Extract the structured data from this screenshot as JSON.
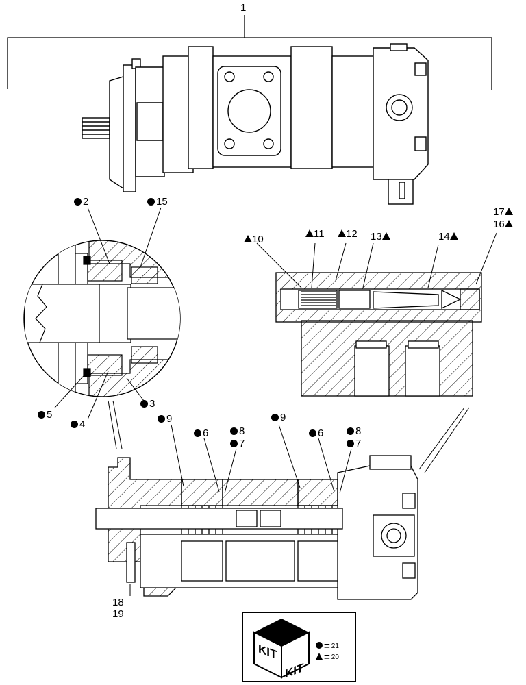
{
  "callouts": {
    "c1": "1",
    "c2": "2",
    "c3": "3",
    "c4": "4",
    "c5": "5",
    "c6a": "6",
    "c6b": "6",
    "c7a": "7",
    "c7b": "7",
    "c8a": "8",
    "c8b": "8",
    "c9a": "9",
    "c9b": "9",
    "c10": "10",
    "c11": "11",
    "c12": "12",
    "c13": "13",
    "c14": "14",
    "c15": "15",
    "c16": "16",
    "c17": "17",
    "c18": "18",
    "c19": "19"
  },
  "legend": {
    "kit_text_1": "KIT",
    "kit_text_2": "KIT",
    "dot_kit": "21",
    "triangle_kit": "20"
  }
}
